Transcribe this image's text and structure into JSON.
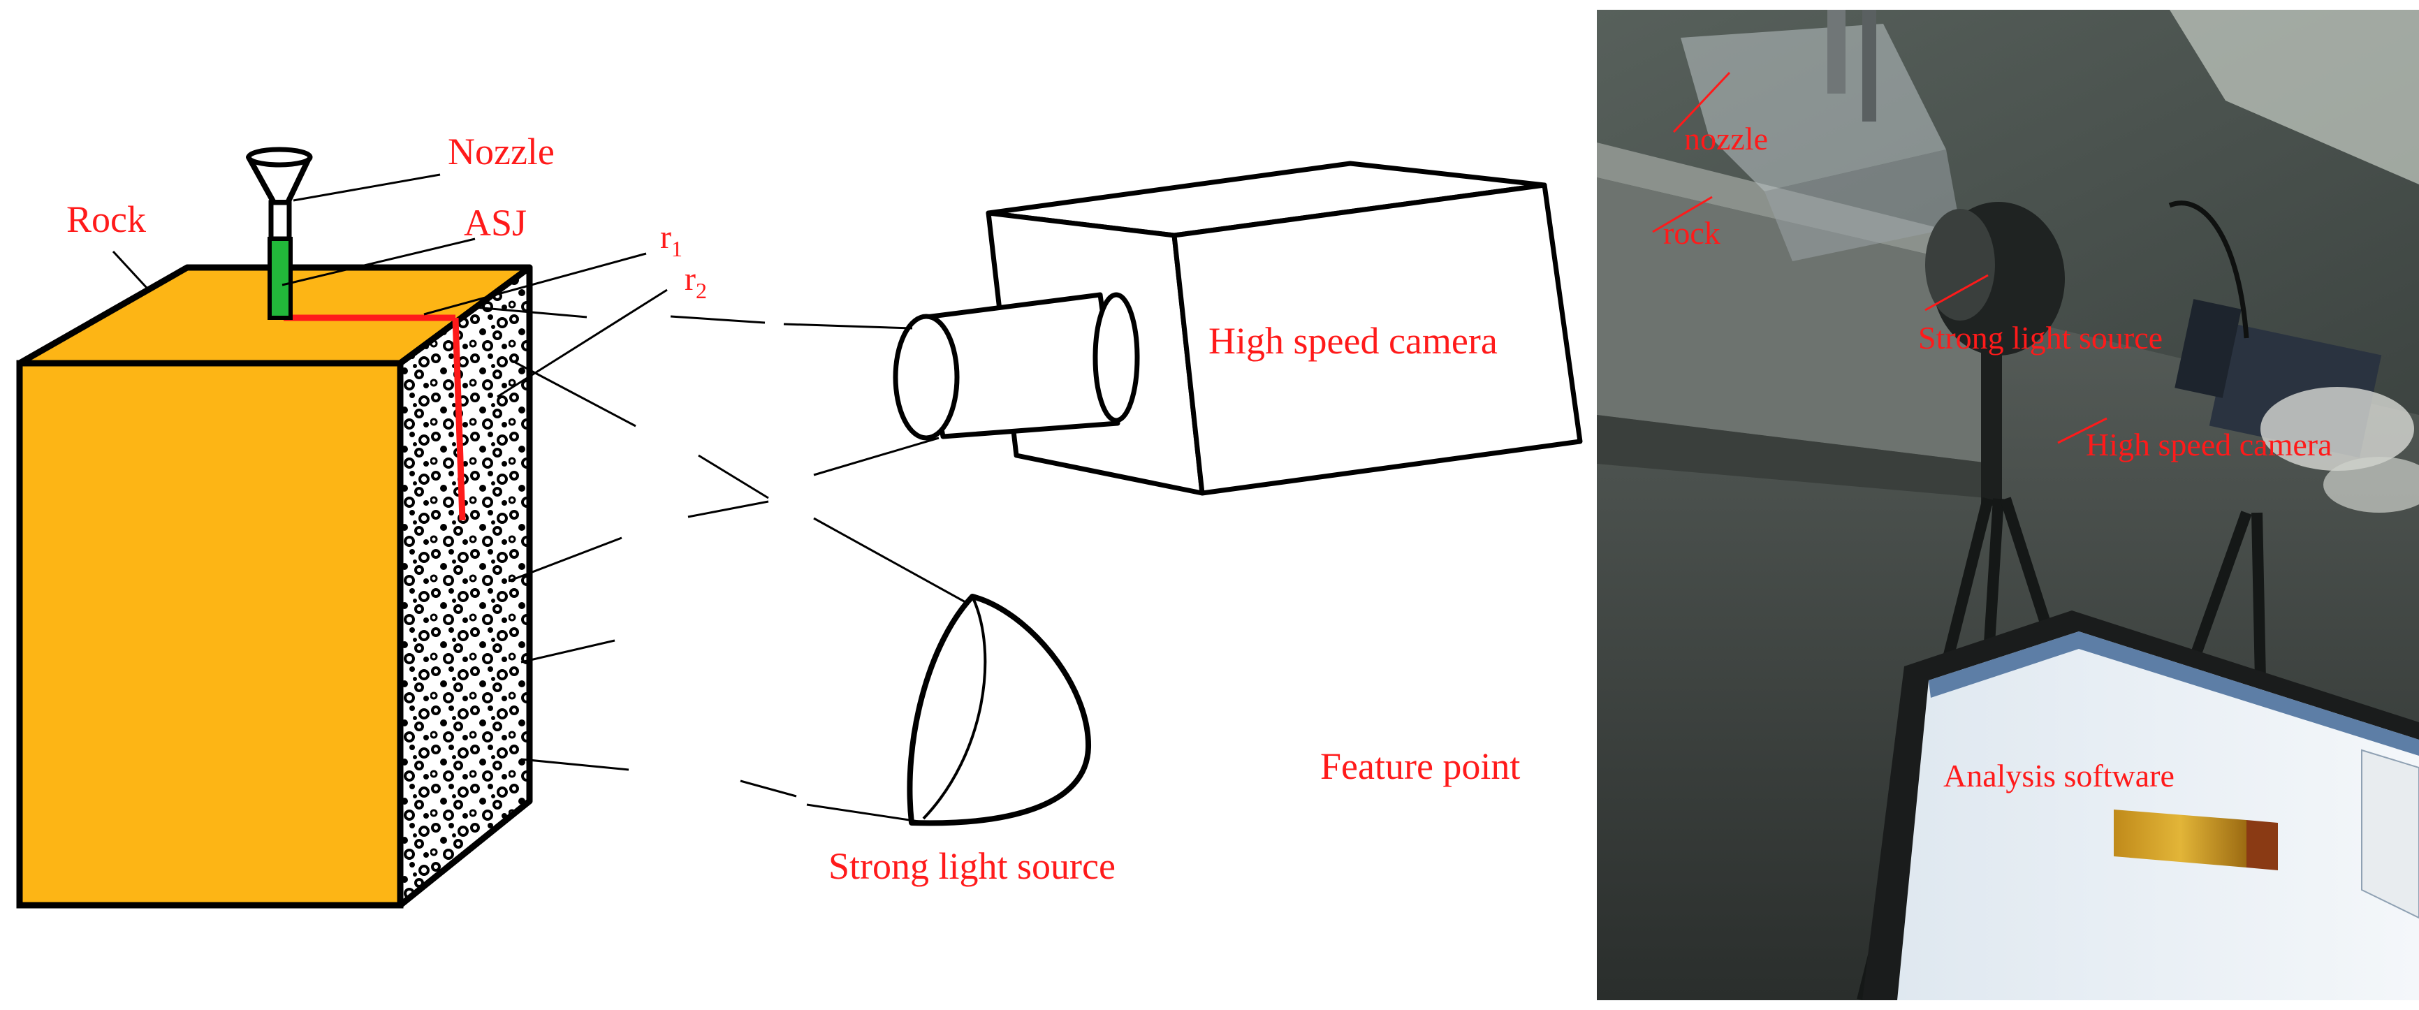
{
  "diagram": {
    "labels": {
      "nozzle": "Nozzle",
      "asj": "ASJ",
      "rock": "Rock",
      "r1": "r",
      "r1_sub": "1",
      "r2": "r",
      "r2_sub": "2",
      "camera": "High speed camera",
      "light": "Strong light source",
      "feature": "Feature point"
    },
    "colors": {
      "label": "#ff1a1a",
      "rock_face": "#fdb515",
      "jet": "#22b83a",
      "crack": "#ff1a1a",
      "outline": "#000000"
    }
  },
  "photo": {
    "labels": {
      "nozzle": "nozzle",
      "rock": "rock",
      "light": "Strong light source",
      "camera": "High speed camera",
      "software": "Analysis software"
    },
    "colors": {
      "label": "#ff1a1a",
      "background": "#2e3330"
    }
  }
}
